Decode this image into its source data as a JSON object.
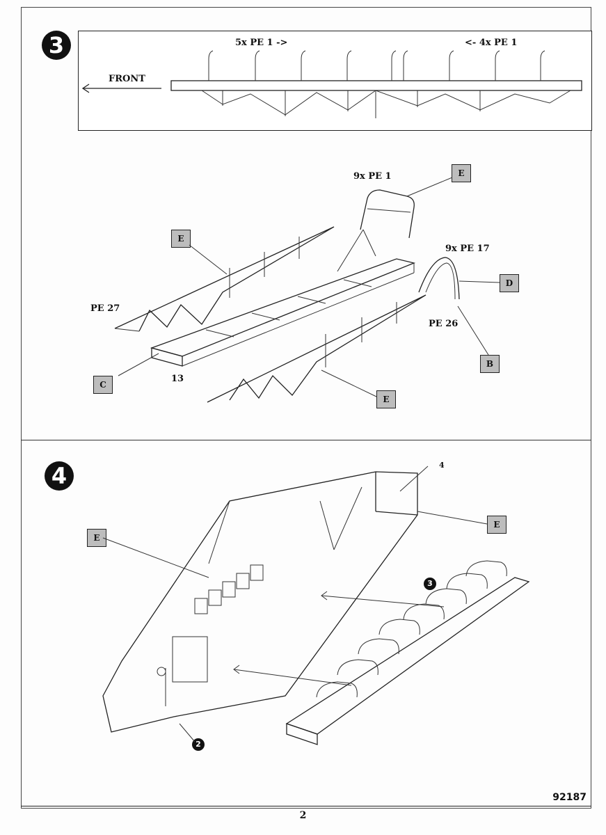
{
  "step3": {
    "number": "3",
    "inset": {
      "front_label": "FRONT",
      "count_left": "5x PE 1 ->",
      "count_right": "<- 4x PE 1"
    },
    "labels": {
      "pe1_callout": "9x PE 1",
      "pe17_callout": "9x PE 17",
      "pe27": "PE 27",
      "pe26": "PE 26",
      "part_13": "13"
    },
    "tags": {
      "e1": "E",
      "e2": "E",
      "e3": "E",
      "d": "D",
      "b": "B",
      "c": "C"
    }
  },
  "step4": {
    "number": "4",
    "labels": {
      "part_4": "4"
    },
    "tags": {
      "e1": "E",
      "e2": "E"
    },
    "refs": {
      "ref3": "3",
      "ref2": "2"
    }
  },
  "footer": {
    "code": "92187",
    "page": "2"
  }
}
